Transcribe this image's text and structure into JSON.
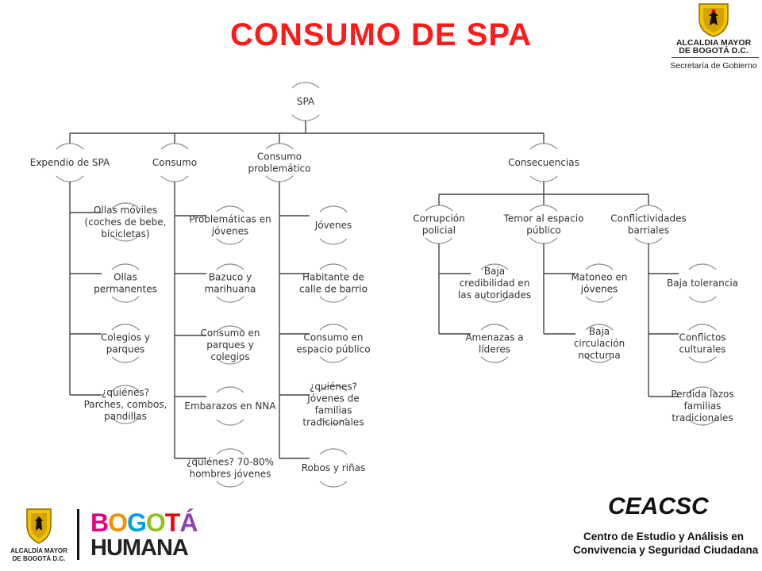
{
  "title": "CONSUMO DE SPA",
  "header_logo": {
    "line1": "ALCALDIA MAYOR",
    "line2": "DE BOGOTÁ D.C.",
    "line3": "Secretaría de Gobierno",
    "icon": "coat-of-arms-icon"
  },
  "footer": {
    "logo_line1": "ALCALDÍA MAYOR",
    "logo_line2": "DE BOGOTÁ D.C.",
    "bogota_word": "BOGOTÁ",
    "humana_word": "HUMANA",
    "ceacsc": "CEACSC",
    "center_line1": "Centro de Estudio y Análisis en",
    "center_line2": "Convivencia y Seguridad Ciudadana"
  },
  "colors": {
    "title": "#ff1a1a",
    "bogota_letters": [
      "#e6007e",
      "#f39200",
      "#00a0e3",
      "#95c11f",
      "#e30613",
      "#8e44ad"
    ]
  },
  "tree": {
    "root": "SPA",
    "branches": [
      {
        "label": "Expendio de SPA",
        "children": [
          "Ollas móviles (coches de bebe, bicicletas)",
          "Ollas permanentes",
          "Colegios y parques",
          "¿quiénes? Parches, combos, pandillas"
        ]
      },
      {
        "label": "Consumo",
        "children": [
          "Problemáticas en jóvenes",
          "Bazuco y marihuana",
          "Consumo en parques y colegios",
          "Embarazos en NNA",
          "¿quiénes? 70-80% hombres jóvenes"
        ]
      },
      {
        "label": "Consumo problemático",
        "children": [
          "Jóvenes",
          "Habitante de calle de barrio",
          "Consumo en espacio público",
          "¿quiénes? Jóvenes de familias tradicionales",
          "Robos y riñas"
        ]
      },
      {
        "label": "Consecuencias",
        "subbranches": [
          {
            "label": "Corrupción policial",
            "children": [
              "Baja credibilidad en las autoridades",
              "Amenazas a líderes"
            ]
          },
          {
            "label": "Temor al espacio público",
            "children": [
              "Matoneo en jóvenes",
              "Baja circulación nocturna"
            ]
          },
          {
            "label": "Conflictividades barriales",
            "children": [
              "Baja tolerancia",
              "Conflictos culturales",
              "Perdida lazos familias tradicionales"
            ]
          }
        ]
      }
    ]
  }
}
